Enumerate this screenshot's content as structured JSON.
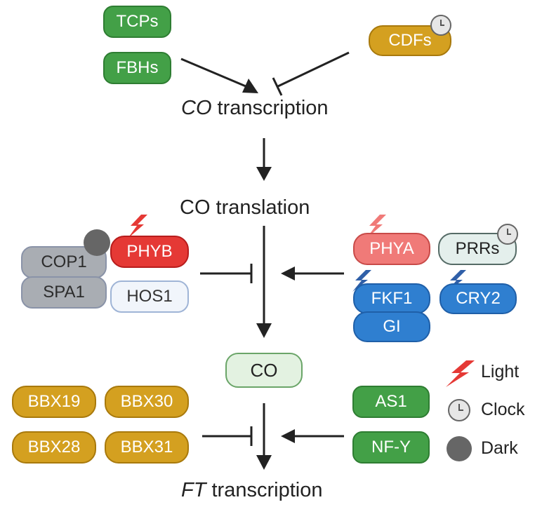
{
  "nodes": {
    "tcps": "TCPs",
    "fbhs": "FBHs",
    "cdfs": "CDFs",
    "co_transcription_gene": "CO",
    "co_transcription_word": " transcription",
    "co_translation": "CO translation",
    "cop1": "COP1",
    "spa1": "SPA1",
    "phyb": "PHYB",
    "hos1": "HOS1",
    "phya": "PHYA",
    "prrs": "PRRs",
    "fkf1": "FKF1",
    "cry2": "CRY2",
    "gi": "GI",
    "co": "CO",
    "bbx19": "BBX19",
    "bbx30": "BBX30",
    "bbx28": "BBX28",
    "bbx31": "BBX31",
    "as1": "AS1",
    "nfy": "NF-Y",
    "ft_transcription_gene": "FT",
    "ft_transcription_word": " transcription"
  },
  "legend": {
    "light": "Light",
    "clock": "Clock",
    "dark": "Dark"
  },
  "colors": {
    "green": "#43a047",
    "gold": "#d4a020",
    "red": "#e53935",
    "blue": "#2f7fd0",
    "grey": "#a9adb3",
    "dark_dot": "#666666"
  }
}
